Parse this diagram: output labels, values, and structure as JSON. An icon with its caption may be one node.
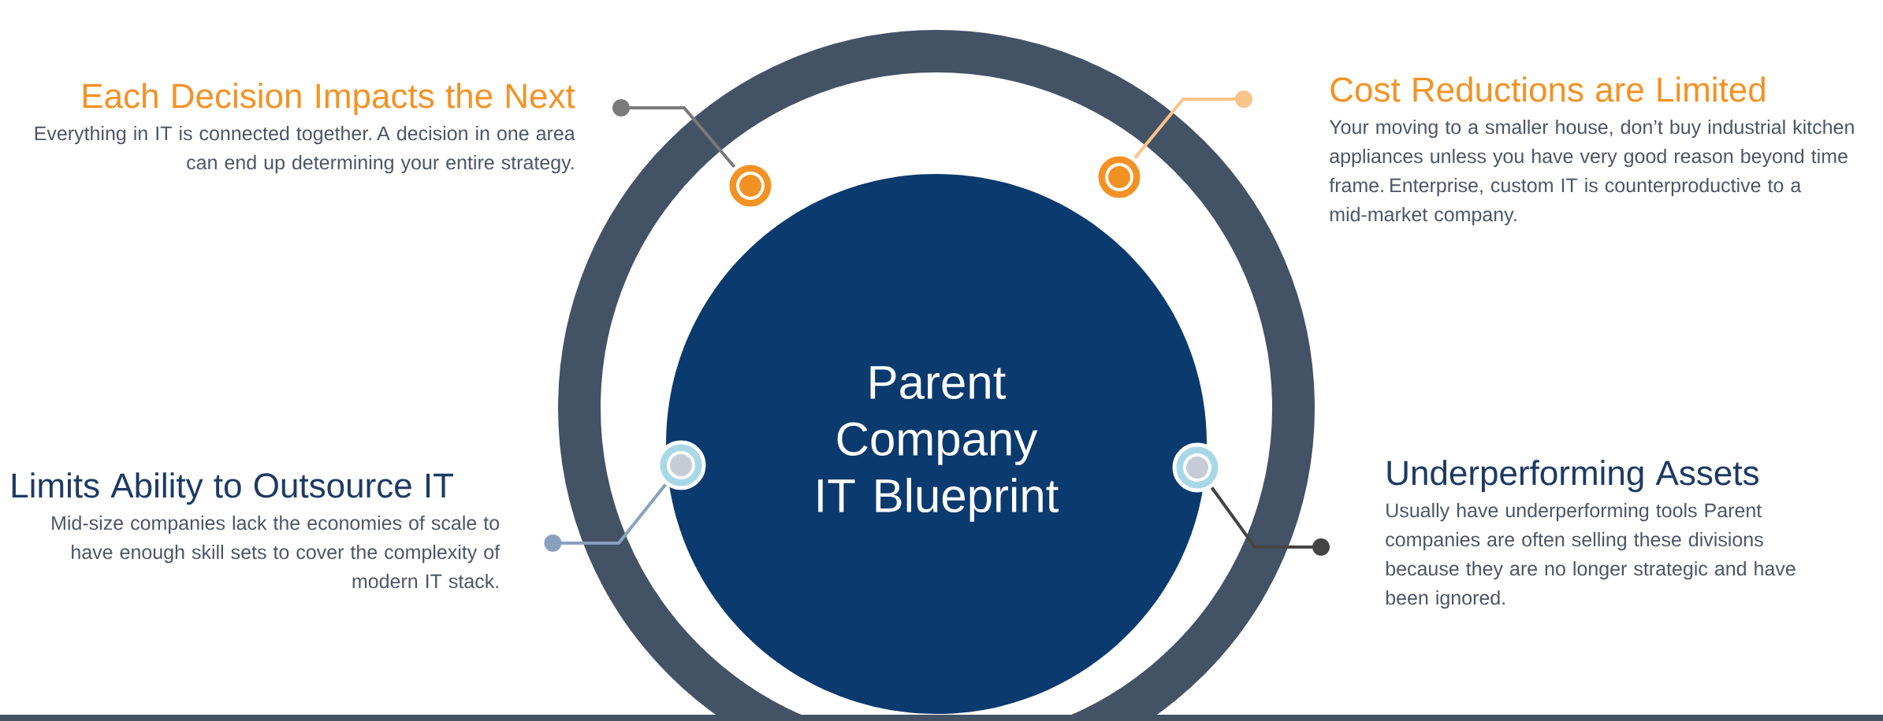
{
  "diagram": {
    "nodes": [
      {
        "text": [
          "Parent Company IT Blueprint"
        ]
      },
      {
        "text": [
          "Each Decision Impacts the Next",
          "Everything in IT is connected together.  A decision in one area can end up determining your entire strategy."
        ]
      },
      {
        "text": [],
        "shape": "circle"
      },
      {
        "text": [
          "Cost Reductions are Limited",
          "Your moving to a smaller house, don’t buy industrial kitchen appliances unless you have very good reason beyond time frame.  Enterprise, custom IT is counterproductive to a mid-market company."
        ]
      },
      {
        "text": [],
        "shape": "circle"
      },
      {
        "text": [
          "Limits Ability to Outsource IT",
          "Mid-size companies lack the economies of scale to have enough skill sets to cover the complexity of modern IT stack."
        ]
      },
      {
        "text": [],
        "shape": "circle"
      },
      {
        "text": [
          "Underperforming Assets",
          "Usually have underperforming tools Parent companies are often selling these divisions because they are no longer strategic and have been ignored."
        ]
      },
      {
        "text": [],
        "shape": "circle"
      }
    ],
    "edges": [
      {
        "from": 1,
        "to": 2,
        "arrow": "other",
        "color": "#7a7a7a"
      },
      {
        "from": 3,
        "to": 4,
        "arrow": "other",
        "color": "#f8c48a"
      },
      {
        "from": 5,
        "to": 6,
        "arrow": "other",
        "color": "#8aa0bf"
      },
      {
        "from": 7,
        "to": 8,
        "arrow": "other",
        "color": "#444444"
      }
    ]
  }
}
